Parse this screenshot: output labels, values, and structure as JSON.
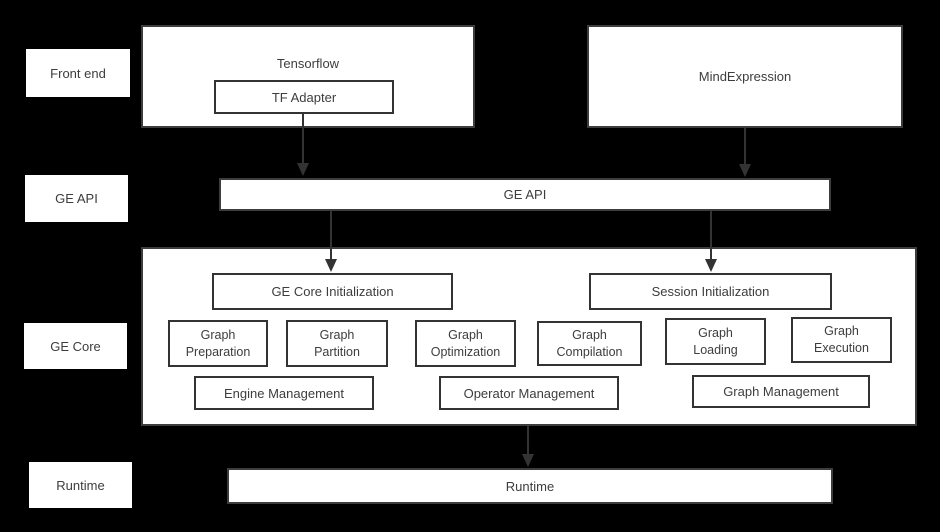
{
  "colors": {
    "background": "#000000",
    "box_fill": "#ffffff",
    "outer_border": "#3d3d3d",
    "inner_border": "#333333",
    "text": "#3d3d3d",
    "arrow": "#333333"
  },
  "sidebar_labels": {
    "front_end": "Front end",
    "ge_api": "GE API",
    "ge_core": "GE Core",
    "runtime": "Runtime"
  },
  "front_end": {
    "tensorflow_label": "Tensorflow",
    "tf_adapter_label": "TF Adapter",
    "mindexpression_label": "MindExpression"
  },
  "ge_api": {
    "label": "GE API"
  },
  "ge_core": {
    "init_label": "GE Core Initialization",
    "session_label": "Session Initialization",
    "modules": [
      {
        "label": "Graph Preparation"
      },
      {
        "label": "Graph Partition"
      },
      {
        "label": "Graph Optimization"
      },
      {
        "label": "Graph Compilation"
      },
      {
        "label": "Graph Loading"
      },
      {
        "label": "Graph Execution"
      }
    ],
    "management": [
      {
        "label": "Engine Management"
      },
      {
        "label": "Operator Management"
      },
      {
        "label": "Graph Management"
      }
    ]
  },
  "runtime": {
    "label": "Runtime"
  }
}
